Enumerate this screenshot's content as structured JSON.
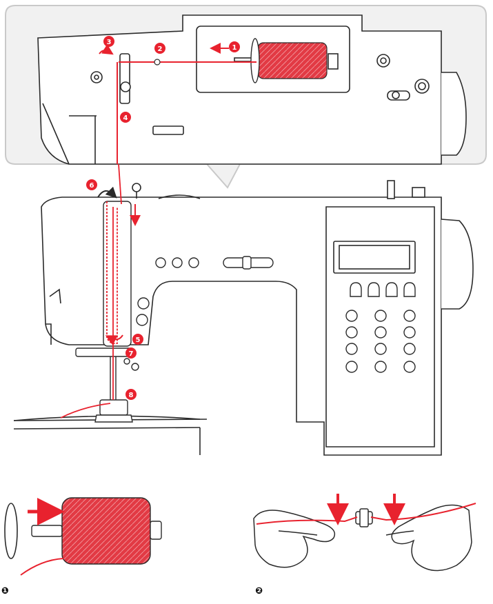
{
  "colors": {
    "thread": "#e8222e",
    "spool": "#e23a44",
    "line": "#2a2a2a",
    "callout_panel": "#f1f1f1",
    "callout_border": "#c9c9c9"
  },
  "callouts": {
    "c1": "1",
    "c2": "2",
    "c3": "3",
    "c4": "4",
    "c5": "5",
    "c6": "6",
    "c7": "7",
    "c8": "8"
  },
  "steps": [
    {
      "label": "❶"
    },
    {
      "label": "❷"
    }
  ],
  "icons": {
    "arrow": "direction-arrow-icon",
    "rotate": "rotation-arrow-icon"
  }
}
